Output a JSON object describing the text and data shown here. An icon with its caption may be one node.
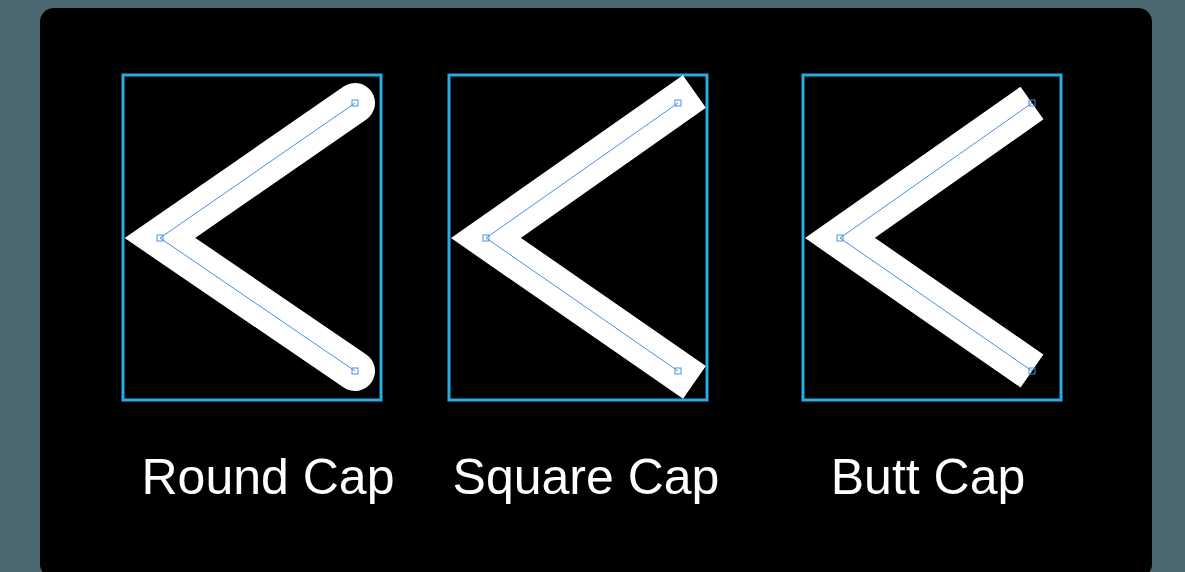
{
  "diagram": {
    "labels": [
      "Round Cap",
      "Square Cap",
      "Butt Cap"
    ]
  }
}
